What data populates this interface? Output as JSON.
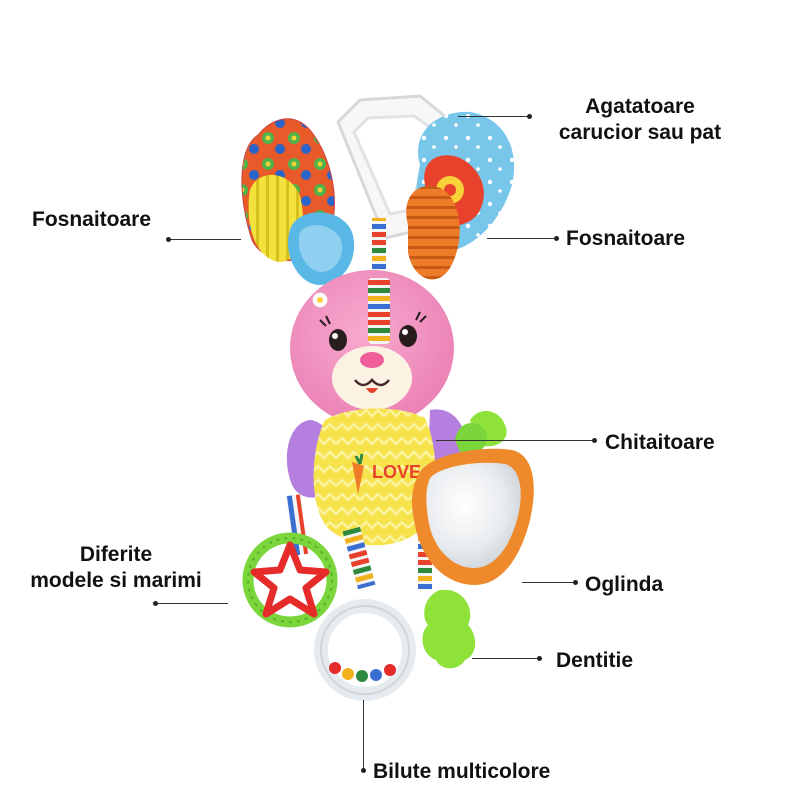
{
  "labels": {
    "hanger": {
      "line1": "Agatatoare",
      "line2": "carucior sau pat"
    },
    "rattle_left": "Fosnaitoare",
    "rattle_right": "Fosnaitoare",
    "crinkle": "Chitaitoare",
    "various": {
      "line1": "Diferite",
      "line2": "modele si marimi"
    },
    "mirror": "Oglinda",
    "teether": "Dentitie",
    "beads": "Bilute multicolore"
  },
  "toy": {
    "chest_text": "LOVE",
    "icons": [
      "bunny-plush-icon",
      "clip-hanger-icon",
      "mirror-icon",
      "teether-icon",
      "ring-rattle-icon",
      "carrot-icon"
    ]
  },
  "colors": {
    "bunny_pink": "#f08cbc",
    "belly_yellow": "#f6e24a",
    "mirror_frame": "#ee8a2c",
    "teether_green": "#8fe23a",
    "ring_green": "#7ad63a",
    "star_red": "#e62b2b",
    "arm_purple": "#b57fe0",
    "ear_blue": "#5ab8e6"
  }
}
